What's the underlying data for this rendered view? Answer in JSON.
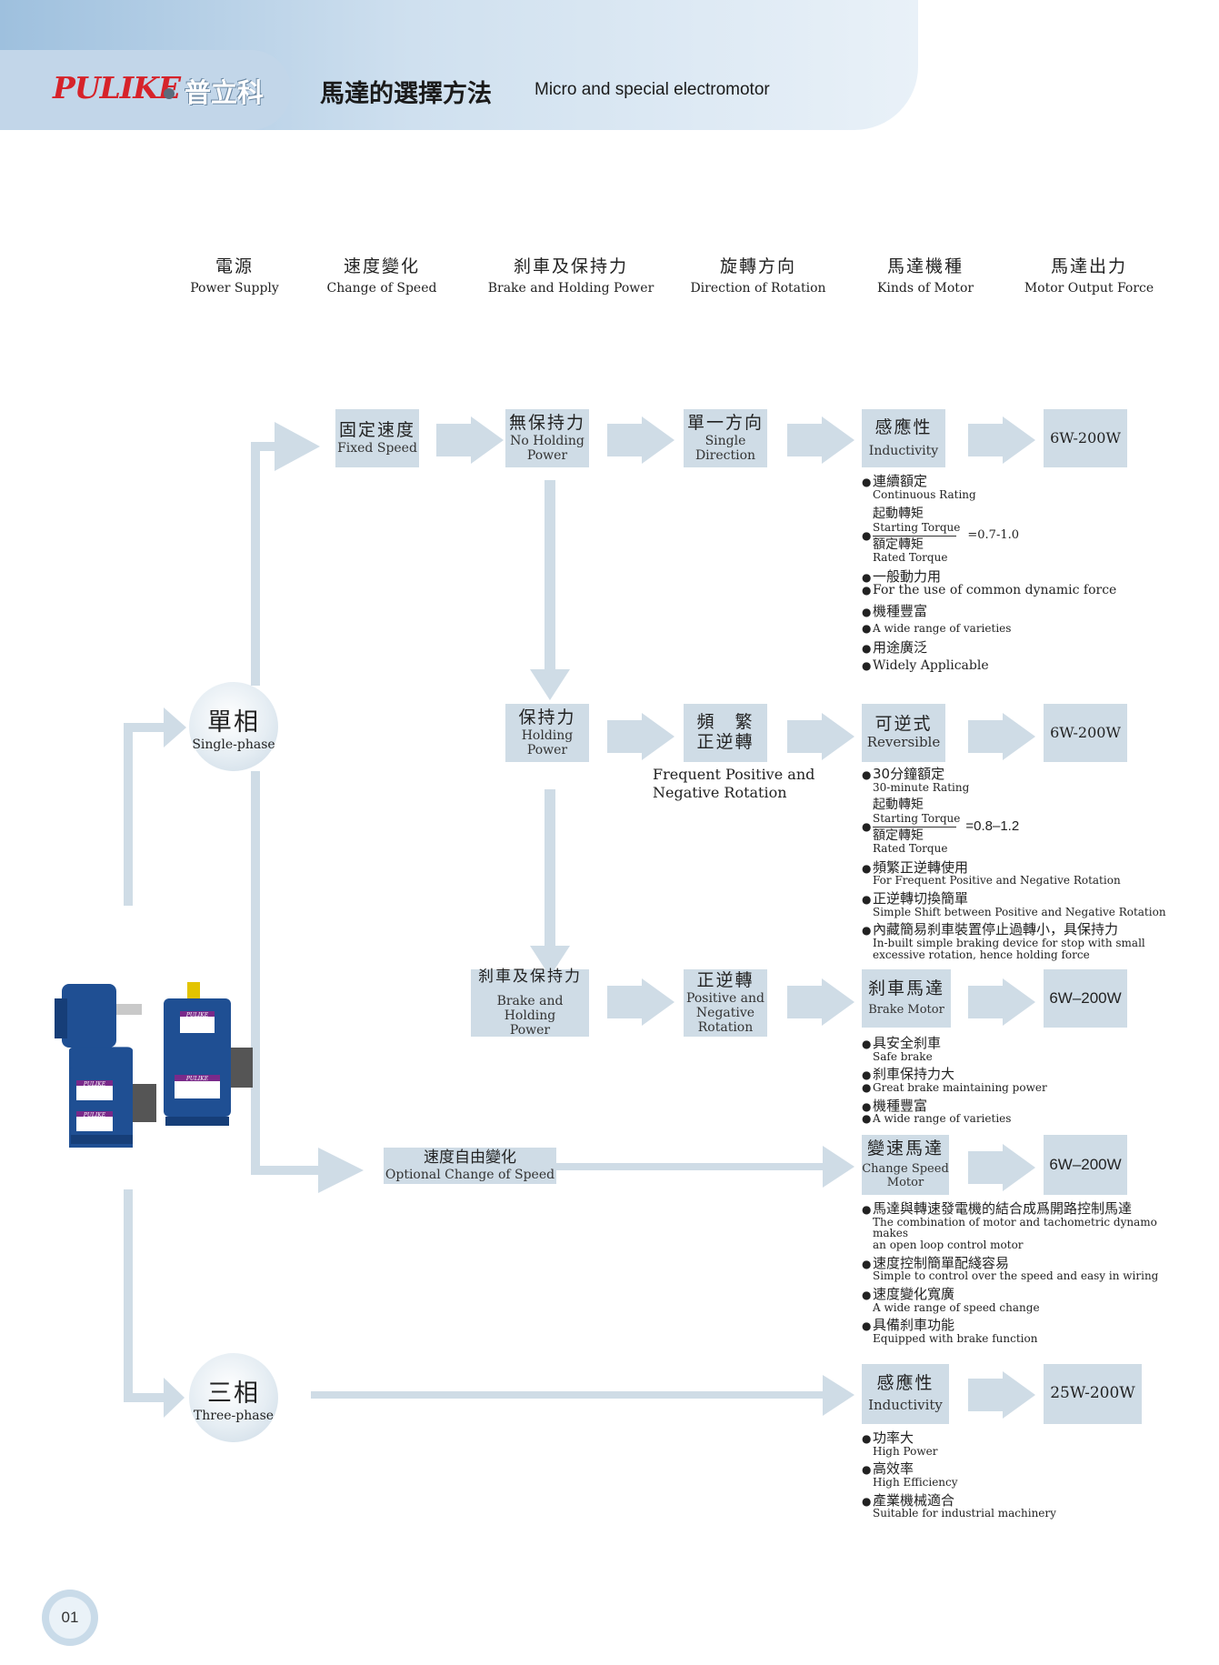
{
  "header": {
    "brand": "PULIKE",
    "brand_cn": "普立科",
    "title_cn": "馬達的選擇方法",
    "title_en": "Micro and special electromotor"
  },
  "columns": [
    {
      "cn": "電源",
      "en": "Power Supply"
    },
    {
      "cn": "速度變化",
      "en": "Change of Speed"
    },
    {
      "cn": "刹車及保持力",
      "en": "Brake and Holding Power"
    },
    {
      "cn": "旋轉方向",
      "en": "Direction of Rotation"
    },
    {
      "cn": "馬達機種",
      "en": "Kinds of Motor"
    },
    {
      "cn": "馬達出力",
      "en": "Motor Output Force"
    }
  ],
  "power": {
    "single": {
      "cn": "單相",
      "en": "Single-phase"
    },
    "three": {
      "cn": "三相",
      "en": "Three-phase"
    }
  },
  "speed": {
    "fixed": {
      "cn": "固定速度",
      "en": "Fixed Speed"
    },
    "optional": {
      "cn": "速度自由變化",
      "en": "Optional Change of Speed"
    }
  },
  "brake": {
    "none": {
      "cn": "無保持力",
      "en1": "No Holding",
      "en2": "Power"
    },
    "holding": {
      "cn": "保持力",
      "en1": "Holding",
      "en2": "Power"
    },
    "brake_holding": {
      "cn": "刹車及保持力",
      "en1": "Brake and Holding",
      "en2": "Power"
    }
  },
  "direction": {
    "single": {
      "cn": "單一方向",
      "en1": "Single",
      "en2": "Direction"
    },
    "frequent": {
      "cn1": "頻　繁",
      "cn2": "正逆轉",
      "note1": "Frequent Positive and",
      "note2": "Negative Rotation"
    },
    "posneg": {
      "cn": "正逆轉",
      "en1": "Positive and",
      "en2": "Negative",
      "en3": "Rotation"
    }
  },
  "motors": {
    "inductivity": {
      "cn": "感應性",
      "en": "Inductivity",
      "output": "6W-200W"
    },
    "reversible": {
      "cn": "可逆式",
      "en": "Reversible",
      "output": "6W-200W"
    },
    "brake_motor": {
      "cn": "刹車馬達",
      "en": "Brake Motor",
      "output": "6W–200W"
    },
    "speed_motor": {
      "cn": "變速馬達",
      "en1": "Change Speed",
      "en2": "Motor",
      "output": "6W–200W"
    },
    "three_ind": {
      "cn": "感應性",
      "en": "Inductivity",
      "output": "25W-200W"
    }
  },
  "features_inductivity": {
    "f1_cn": "連續額定",
    "f1_en": "Continuous Rating",
    "torque_top_cn": "起動轉矩",
    "torque_top_en": "Starting Torque",
    "torque_bot_cn": "額定轉矩",
    "torque_bot_en": "Rated Torque",
    "torque_ratio": "=0.7-1.0",
    "f3_cn": "一般動力用",
    "f3_en": "For the use of common dynamic force",
    "f4_cn": "機種豐富",
    "f4_en": "A wide range of varieties",
    "f5_cn": "用途廣泛",
    "f5_en": "Widely Applicable"
  },
  "features_reversible": {
    "f1_cn": "30分鐘額定",
    "f1_en": "30-minute Rating",
    "torque_top_cn": "起動轉矩",
    "torque_top_en": "Starting Torque",
    "torque_bot_cn": "額定轉矩",
    "torque_bot_en": "Rated Torque",
    "torque_ratio": "=0.8–1.2",
    "f3_cn": "頻繁正逆轉使用",
    "f3_en": "For Frequent Positive and Negative Rotation",
    "f4_cn": "正逆轉切換簡單",
    "f4_en": "Simple Shift between Positive and Negative Rotation",
    "f5_cn": "內藏簡易刹車裝置停止過轉小，具保持力",
    "f5_en1": "In-built simple braking device for stop with small",
    "f5_en2": "excessive rotation, hence holding force"
  },
  "features_brake": {
    "f1_cn": "具安全刹車",
    "f1_en": "Safe brake",
    "f2_cn": "刹車保持力大",
    "f2_en": "Great brake maintaining power",
    "f3_cn": "機種豐富",
    "f3_en": "A wide range of varieties"
  },
  "features_speed": {
    "f1_cn": "馬達與轉速發電機的結合成爲開路控制馬達",
    "f1_en1": "The combination of motor and tachometric dynamo makes",
    "f1_en2": "an open loop control motor",
    "f2_cn": "速度控制簡單配綫容易",
    "f2_en": "Simple to control over the speed and easy in wiring",
    "f3_cn": "速度變化寬廣",
    "f3_en": "A wide range of speed change",
    "f4_cn": "具備刹車功能",
    "f4_en": "Equipped with brake function"
  },
  "features_three": {
    "f1_cn": "功率大",
    "f1_en": "High Power",
    "f2_cn": "高效率",
    "f2_en": "High Efficiency",
    "f3_cn": "產業機械適合",
    "f3_en": "Suitable for industrial machinery"
  },
  "product_label": "PULIKE",
  "page_number": "01",
  "colors": {
    "arrow": "#cfdce6",
    "box": "#cfdce6",
    "brand": "#d6232a",
    "motor": "#1f4f93"
  }
}
